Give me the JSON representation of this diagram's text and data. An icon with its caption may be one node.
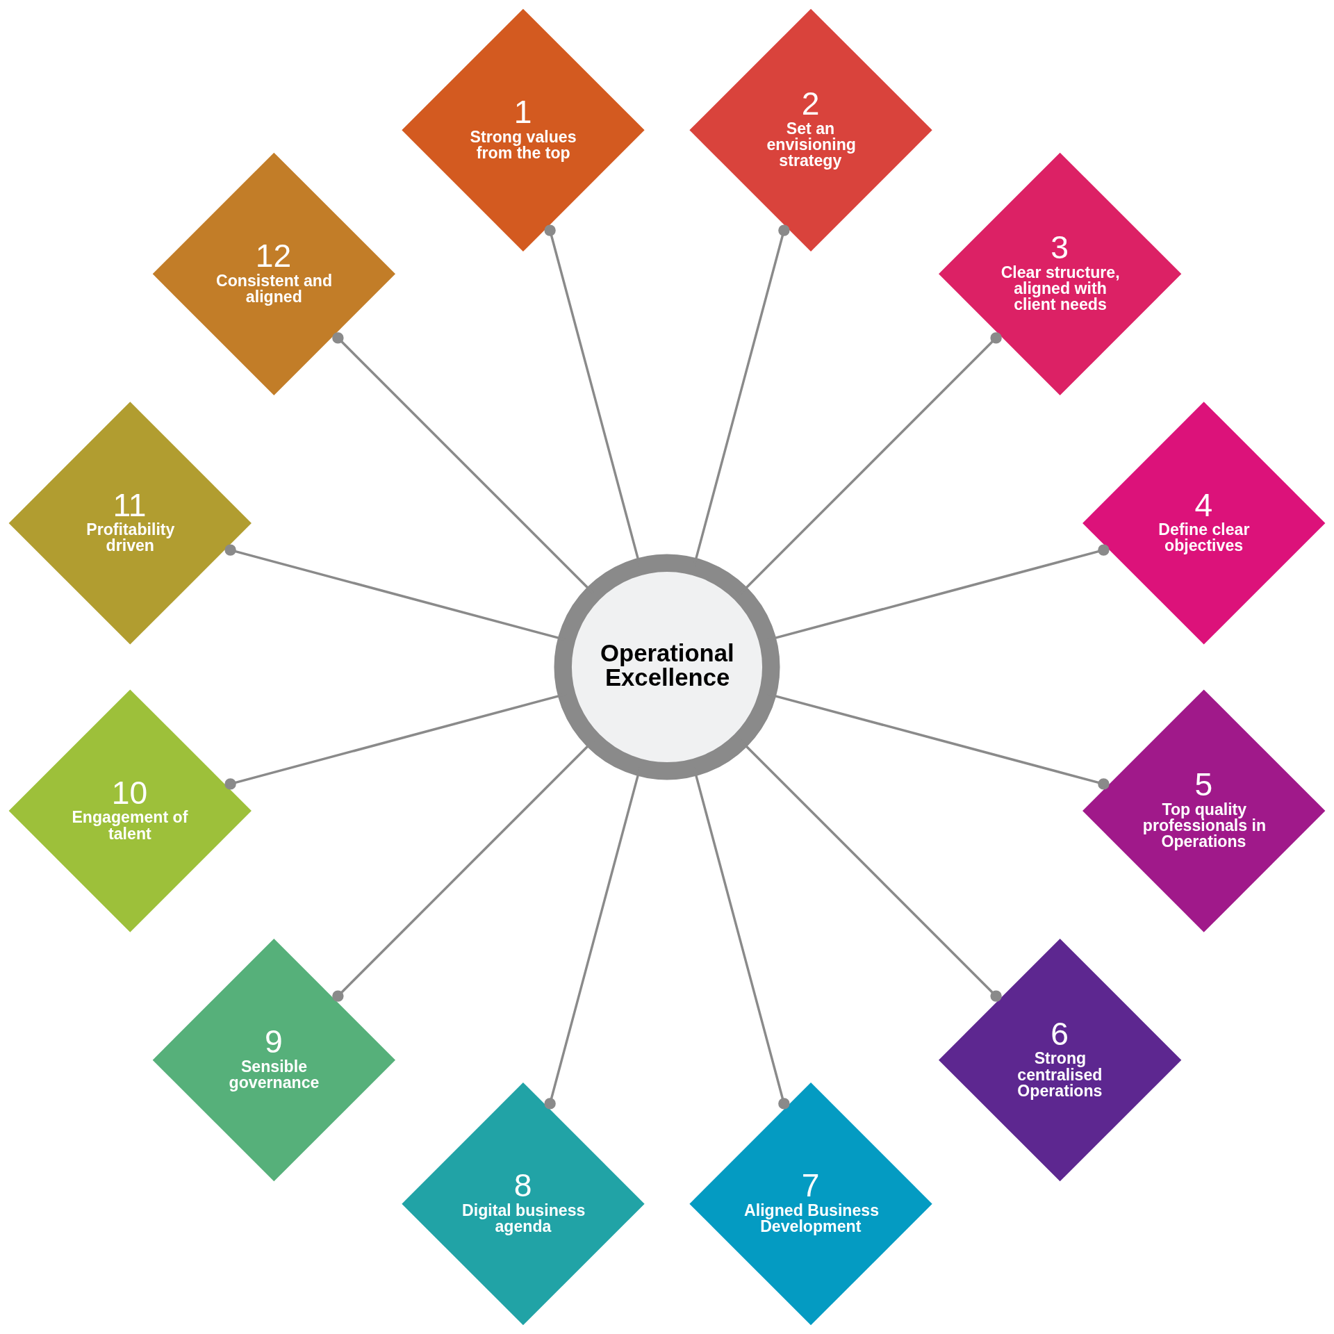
{
  "diagram": {
    "nodes": [
      {
        "text": [
          "Operational Excellence"
        ]
      },
      {
        "text": [
          "1",
          "Strong values from the top"
        ]
      },
      {
        "text": [
          "2",
          "Set an envisioning strategy"
        ]
      },
      {
        "text": [
          "3",
          "Clear structure, aligned with client needs"
        ]
      },
      {
        "text": [
          "4",
          "Define clear objectives"
        ]
      },
      {
        "text": [
          "5",
          "Top quality professionals in Operations"
        ]
      },
      {
        "text": [
          "6",
          "Strong centralised Operations"
        ]
      },
      {
        "text": [
          "7",
          "Aligned Business Development"
        ]
      },
      {
        "text": [
          "8",
          "Digital business agenda"
        ]
      },
      {
        "text": [
          "9",
          "Sensible governance"
        ]
      },
      {
        "text": [
          "10",
          "Engagement of talent"
        ]
      },
      {
        "text": [
          "11",
          "Profitability driven"
        ]
      },
      {
        "text": [
          "12",
          "Consistent and aligned"
        ]
      }
    ],
    "edges": [
      {
        "from": 0,
        "to": 1,
        "arrow": "other"
      },
      {
        "from": 0,
        "to": 2,
        "arrow": "other"
      },
      {
        "from": 0,
        "to": 3,
        "arrow": "other"
      },
      {
        "from": 0,
        "to": 4,
        "arrow": "other"
      },
      {
        "from": 0,
        "to": 5,
        "arrow": "other"
      },
      {
        "from": 0,
        "to": 6,
        "arrow": "other"
      },
      {
        "from": 0,
        "to": 7,
        "arrow": "other"
      },
      {
        "from": 0,
        "to": 8,
        "arrow": "other"
      },
      {
        "from": 0,
        "to": 9,
        "arrow": "other"
      },
      {
        "from": 0,
        "to": 10,
        "arrow": "other"
      },
      {
        "from": 0,
        "to": 11,
        "arrow": "other"
      },
      {
        "from": 0,
        "to": 12,
        "arrow": "other"
      }
    ]
  }
}
